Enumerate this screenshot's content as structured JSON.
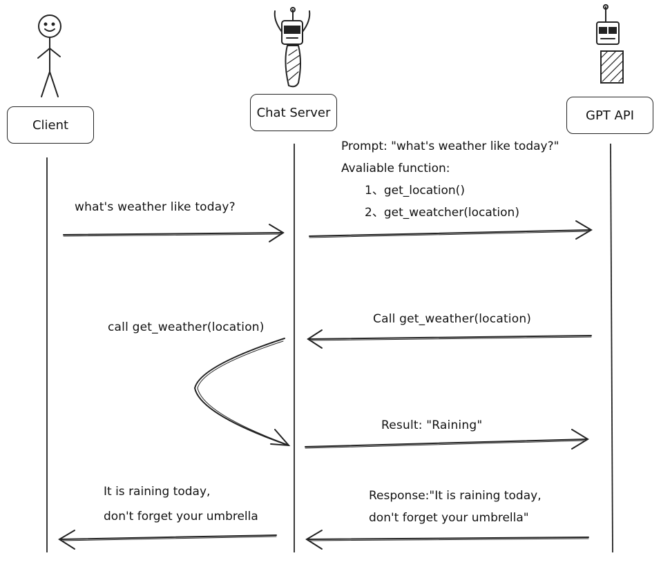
{
  "actors": {
    "client": "Client",
    "chat_server": "Chat Server",
    "gpt_api": "GPT API"
  },
  "messages": {
    "m1": "what's weather like today?",
    "m2_lines": [
      "Prompt: \"what's weather like today?\"",
      "Avaliable function:",
      "1、get_location()",
      "2、get_weatcher(location)"
    ],
    "m3": "Call get_weather(location)",
    "m4": "call get_weather(location)",
    "m5": "Result: \"Raining\"",
    "m6_lines": [
      "Response:\"It is raining today,",
      "don't forget your umbrella\""
    ],
    "m7_lines": [
      "It is raining today,",
      "don't forget your umbrella"
    ]
  },
  "colors": {
    "ink": "#222222",
    "background": "#ffffff"
  }
}
